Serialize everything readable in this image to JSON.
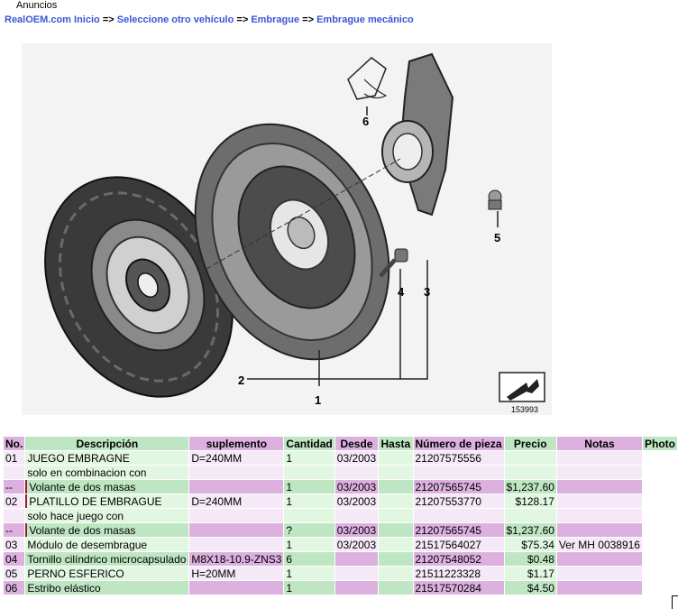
{
  "ads_label": "Anuncios",
  "breadcrumb": {
    "items": [
      "RealOEM.com Inicio",
      "Seleccione otro vehículo",
      "Embrague",
      "Embrague mecánico"
    ],
    "separator": "=>"
  },
  "diagram": {
    "callouts": [
      "1",
      "2",
      "3",
      "4",
      "5",
      "6"
    ],
    "diagram_number": "153993"
  },
  "table": {
    "headers": [
      "No.",
      "Descripción",
      "suplemento",
      "Cantidad",
      "Desde",
      "Hasta",
      "Número de pieza",
      "Precio",
      "Notas",
      "Photo"
    ],
    "rows": [
      {
        "no": "01",
        "desc": "JUEGO EMBRAGNE",
        "supl": "D=240MM",
        "qty": "1",
        "desde": "03/2003",
        "hasta": "",
        "part": "21207575556",
        "price": "",
        "notes": ""
      },
      {
        "no": "",
        "desc": "solo en combinacion con",
        "supl": "",
        "qty": "",
        "desde": "",
        "hasta": "",
        "part": "",
        "price": "",
        "notes": ""
      },
      {
        "no": "--",
        "desc": "Volante de dos masas",
        "supl": "",
        "qty": "1",
        "desde": "03/2003",
        "hasta": "",
        "part": "21207565745",
        "price": "$1,237.60",
        "notes": ""
      },
      {
        "no": "02",
        "desc": "PLATILLO DE EMBRAGUE",
        "supl": "D=240MM",
        "qty": "1",
        "desde": "03/2003",
        "hasta": "",
        "part": "21207553770",
        "price": "$128.17",
        "notes": ""
      },
      {
        "no": "",
        "desc": "solo hace juego con",
        "supl": "",
        "qty": "",
        "desde": "",
        "hasta": "",
        "part": "",
        "price": "",
        "notes": ""
      },
      {
        "no": "--",
        "desc": "Volante de dos masas",
        "supl": "",
        "qty": "?",
        "desde": "03/2003",
        "hasta": "",
        "part": "21207565745",
        "price": "$1,237.60",
        "notes": ""
      },
      {
        "no": "03",
        "desc": "Módulo de desembrague",
        "supl": "",
        "qty": "1",
        "desde": "03/2003",
        "hasta": "",
        "part": "21517564027",
        "price": "$75.34",
        "notes": "Ver MH 0038916"
      },
      {
        "no": "04",
        "desc": "Tornillo cilíndrico microcapsulado",
        "supl": "M8X18-10.9-ZNS3",
        "qty": "6",
        "desde": "",
        "hasta": "",
        "part": "21207548052",
        "price": "$0.48",
        "notes": ""
      },
      {
        "no": "05",
        "desc": "PERNO ESFERICO",
        "supl": "H=20MM",
        "qty": "1",
        "desde": "",
        "hasta": "",
        "part": "21511223328",
        "price": "$1.17",
        "notes": ""
      },
      {
        "no": "06",
        "desc": "Estribo elástico",
        "supl": "",
        "qty": "1",
        "desde": "",
        "hasta": "",
        "part": "21517570284",
        "price": "$4.50",
        "notes": ""
      }
    ]
  }
}
